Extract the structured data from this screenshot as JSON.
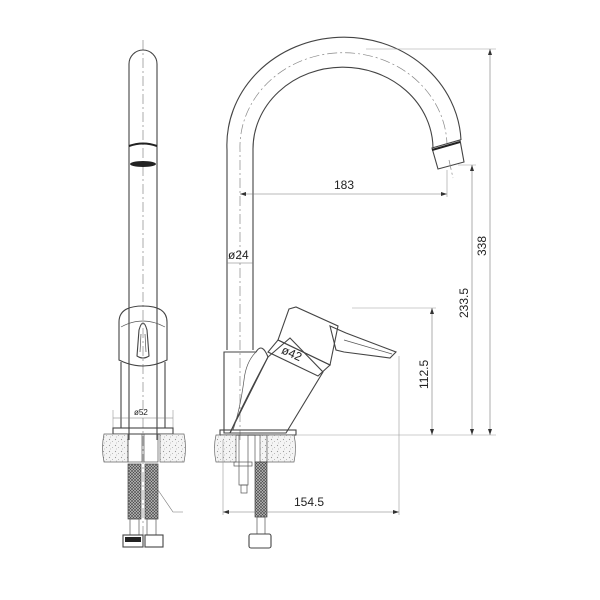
{
  "drawing": {
    "title": "Kitchen faucet technical drawing",
    "units": "mm",
    "views": [
      "front-view",
      "side-view"
    ]
  },
  "dimensions": {
    "spout_reach": "183",
    "spout_tube_diameter": "ø24",
    "body_diameter": "ø42",
    "base_diameter": "ø52",
    "total_height": "338",
    "spout_outlet_height": "233.5",
    "lever_height": "112.5",
    "overall_depth": "154.5"
  },
  "colors": {
    "line": "#444444",
    "dimension": "#777777",
    "text": "#222222",
    "background": "#ffffff"
  }
}
